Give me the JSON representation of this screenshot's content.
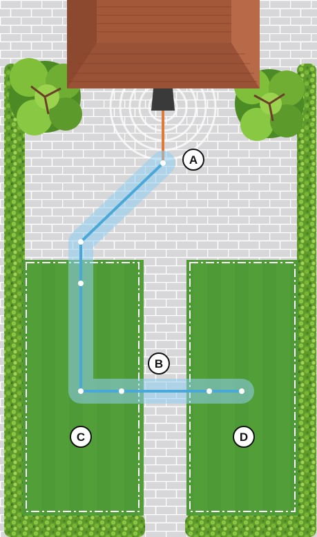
{
  "labels": {
    "a": "A",
    "b": "B",
    "c": "C",
    "d": "D"
  },
  "colors": {
    "roof": "#a4583a",
    "hedge": "#6aa32e",
    "lawn": "#4e9a36",
    "paving": "#d7d7d9",
    "wire": "#4aa8d8",
    "feed_cable": "#e07a3a",
    "boundary": "#ffffff"
  },
  "icons": {
    "station": "charging-station-icon",
    "signal": "signal-waves-icon"
  }
}
